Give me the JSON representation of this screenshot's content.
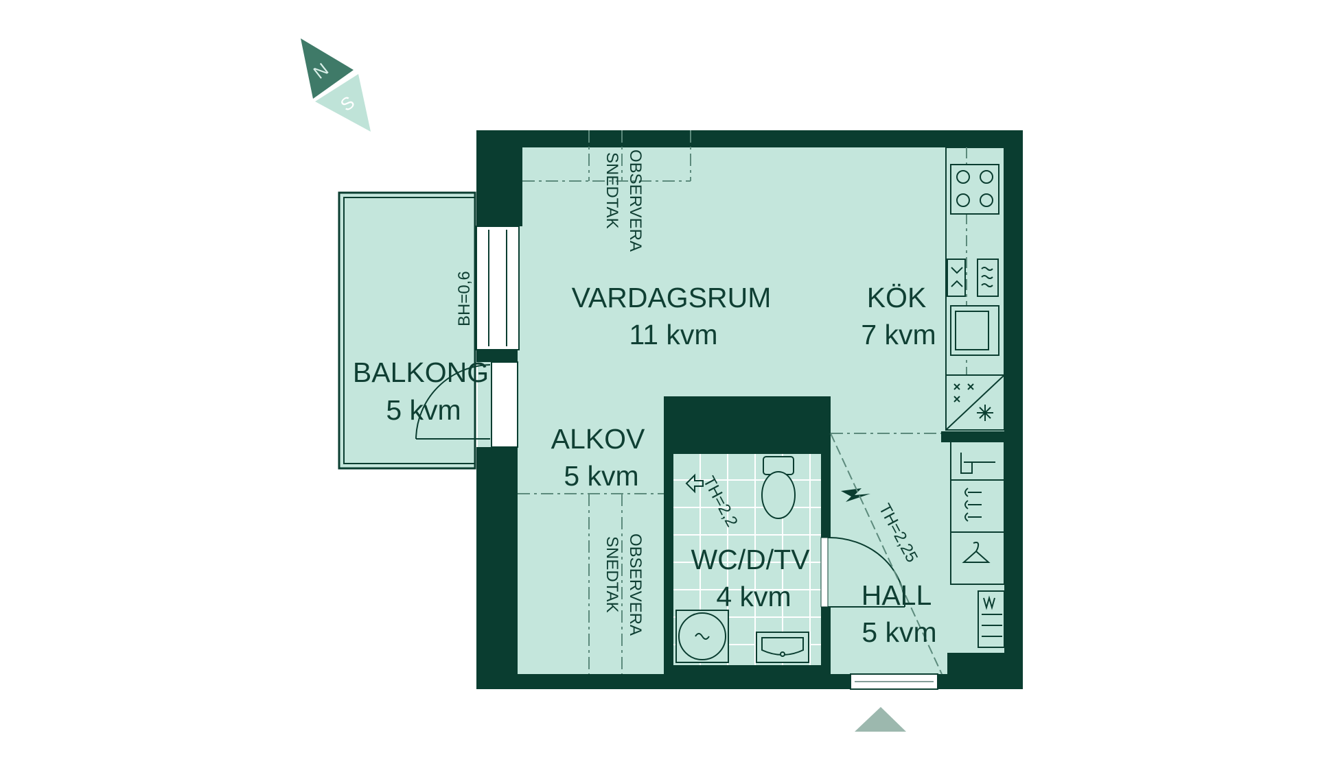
{
  "colors": {
    "wall": "#0a3d30",
    "floor": "#c4e6dc",
    "balcony_floor": "#c4e6dc",
    "text": "#0f3f33",
    "compass_north": "#3f7a68",
    "compass_south": "#bfe3d8",
    "entrance_marker": "#9cb8ae",
    "line": "#5c8a7c"
  },
  "compass": {
    "north": "N",
    "south": "S"
  },
  "rooms": {
    "vardagsrum": {
      "name": "VARDAGSRUM",
      "area": "11 kvm"
    },
    "kok": {
      "name": "KÖK",
      "area": "7 kvm"
    },
    "balkong": {
      "name": "BALKONG",
      "area": "5 kvm"
    },
    "alkov": {
      "name": "ALKOV",
      "area": "5 kvm"
    },
    "wc": {
      "name": "WC/D/TV",
      "area": "4 kvm"
    },
    "hall": {
      "name": "HALL",
      "area": "5 kvm"
    }
  },
  "notes": {
    "snedtak_top_line1": "OBSERVERA",
    "snedtak_top_line2": "SNEDTAK",
    "snedtak_bottom_line1": "OBSERVERA",
    "snedtak_bottom_line2": "SNEDTAK",
    "window_height": "BH=0,6",
    "th_wc": "TH=2,2",
    "th_hall": "TH=2,25"
  }
}
